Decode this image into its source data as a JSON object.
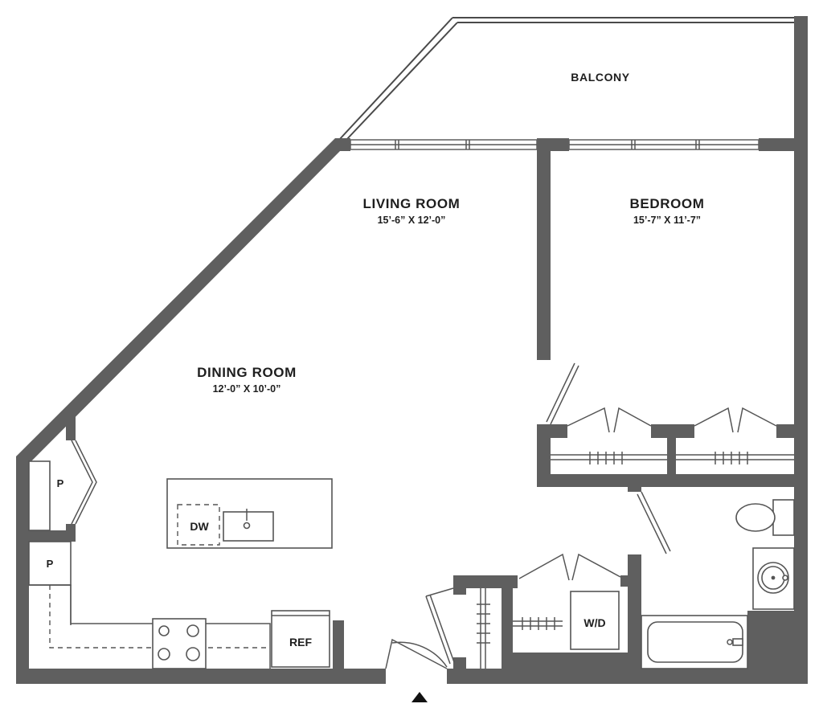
{
  "colors": {
    "wall": "#5f5f5f",
    "background": "#ffffff",
    "text": "#1e1e1e"
  },
  "rooms": {
    "balcony": {
      "name": "BALCONY"
    },
    "living_room": {
      "name": "LIVING ROOM",
      "dimensions": "15’-6” X 12’-0”"
    },
    "bedroom": {
      "name": "BEDROOM",
      "dimensions": "15’-7” X 11’-7”"
    },
    "dining_room": {
      "name": "DINING ROOM",
      "dimensions": "12’-0” X 10’-0”"
    }
  },
  "fixtures": {
    "pantry_upper": "P",
    "pantry_lower": "P",
    "dishwasher": "DW",
    "refrigerator": "REF",
    "washer_dryer": "W/D"
  },
  "icons": {
    "entry": "entry-arrow-icon"
  }
}
